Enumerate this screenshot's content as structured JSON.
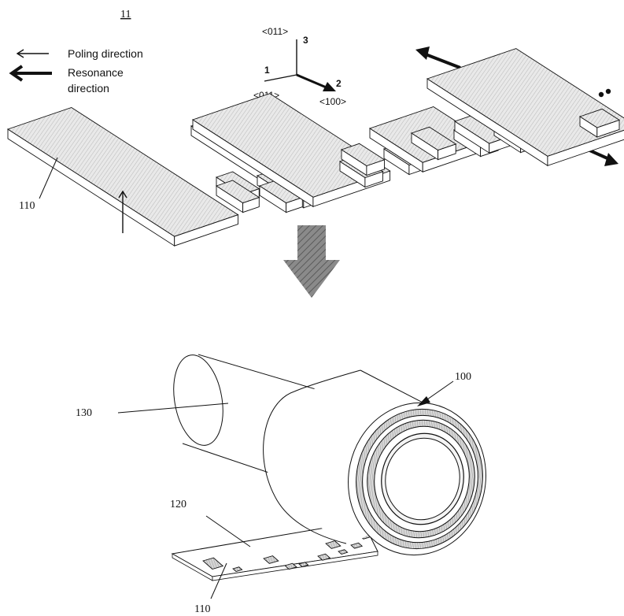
{
  "figure_label": "11",
  "legend": {
    "poling": "Poling direction",
    "resonance_line1": "Resonance",
    "resonance_line2": "direction"
  },
  "axes": {
    "axis3_num": "3",
    "axis3_dir": "<011>",
    "axis1_num": "1",
    "axis1_dir": "<011>",
    "axis2_num": "2",
    "axis2_dir": "<100>"
  },
  "labels": {
    "beam_top": "110",
    "rolled_device": "100",
    "cylinder": "130",
    "substrate": "120",
    "beam_bottom": "110"
  },
  "colors": {
    "ink": "#111111",
    "arrow_fill": "#555555",
    "hatch": "#bdbdbd"
  }
}
